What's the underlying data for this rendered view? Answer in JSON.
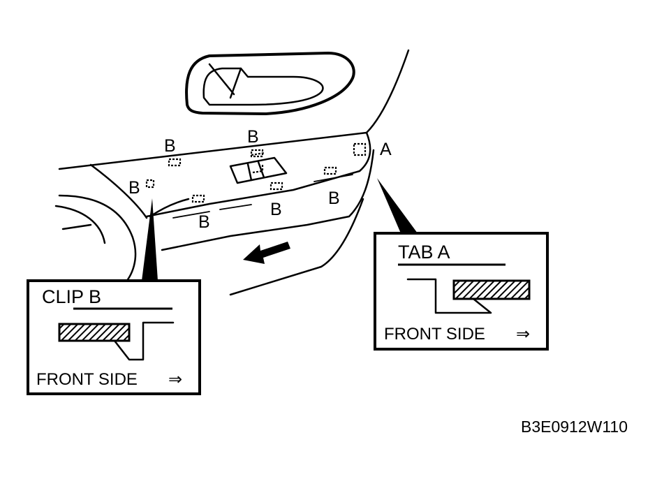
{
  "labels": {
    "b_left": "B",
    "b_top_left": "B",
    "b_top_center": "B",
    "b_bottom_left": "B",
    "b_bottom_center": "B",
    "b_bottom_right": "B",
    "a": "A"
  },
  "clip_b_box": {
    "title": "CLIP B",
    "caption": "FRONT SIDE",
    "arrow": "⇒"
  },
  "tab_a_box": {
    "title": "TAB A",
    "caption": "FRONT SIDE",
    "arrow": "⇒"
  },
  "figure_code": "B3E0912W110"
}
